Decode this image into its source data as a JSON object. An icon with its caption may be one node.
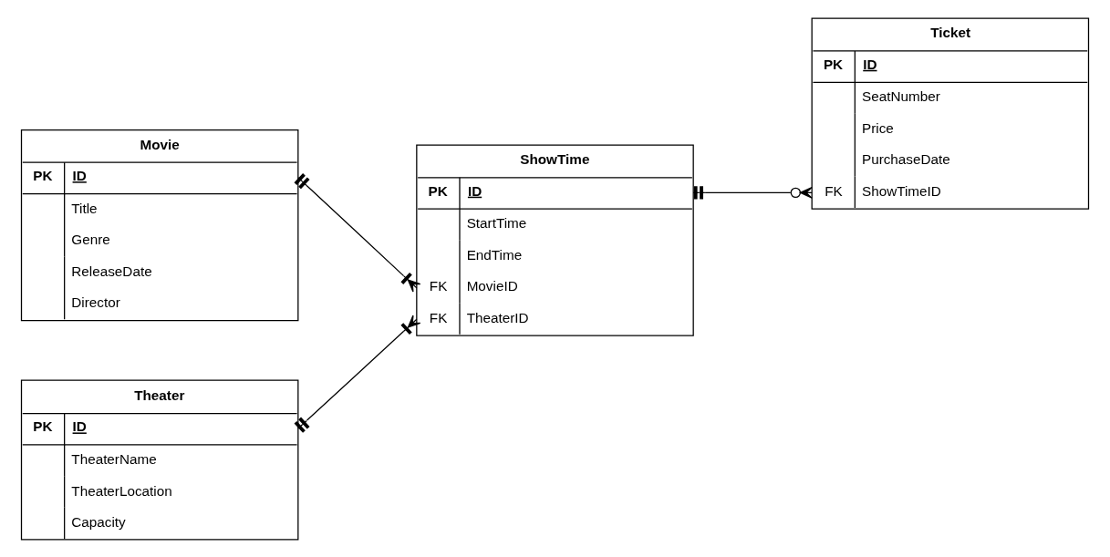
{
  "diagram": {
    "nodes": [
      {
        "text": [
          "Movie",
          "PK",
          "ID",
          "Title",
          "Genre",
          "ReleaseDate",
          "Director"
        ]
      },
      {
        "text": [
          "ShowTime",
          "PK",
          "ID",
          "StartTime",
          "EndTime",
          "FK",
          "MovieID",
          "FK",
          "TheaterID"
        ]
      },
      {
        "text": [
          "Ticket",
          "PK",
          "ID",
          "SeatNumber",
          "Price",
          "PurchaseDate",
          "FK",
          "ShowTimeID"
        ]
      },
      {
        "text": [
          "Theater",
          "PK",
          "ID",
          "TheaterName",
          "TheaterLocation",
          "Capacity"
        ]
      }
    ],
    "edges": [
      {
        "from": 0,
        "to": 1,
        "arrow": "other"
      },
      {
        "from": 1,
        "to": 2,
        "arrow": "other"
      },
      {
        "from": 3,
        "to": 1,
        "arrow": "other"
      }
    ]
  }
}
